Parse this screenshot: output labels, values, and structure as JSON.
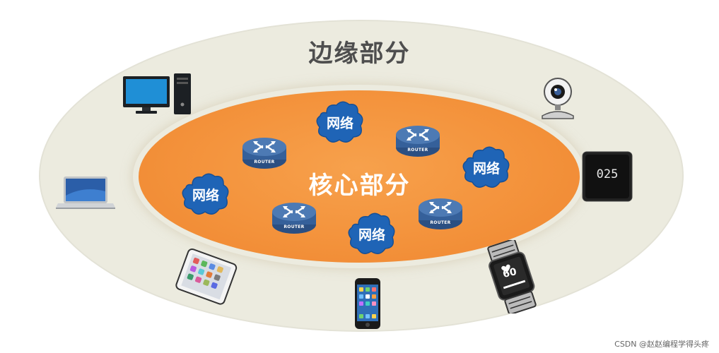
{
  "diagram": {
    "edge_label": "边缘部分",
    "core_label": "核心部分",
    "network_label": "网络",
    "router_label": "ROUTER",
    "colors": {
      "edge_area": "#ecebdf",
      "core_area": "#f3913a",
      "cloud": "#1f64b6",
      "router": "#35609a"
    }
  },
  "devices": {
    "items": [
      {
        "icon": "desktop-computer-icon"
      },
      {
        "icon": "laptop-icon"
      },
      {
        "icon": "tablet-icon"
      },
      {
        "icon": "smartphone-icon"
      },
      {
        "icon": "smartwatch-icon"
      },
      {
        "icon": "digital-clock-icon"
      },
      {
        "icon": "webcam-icon"
      }
    ],
    "clock_display": "025",
    "watch_display": "60"
  },
  "watermark": "CSDN @赵赵编程学得头疼"
}
